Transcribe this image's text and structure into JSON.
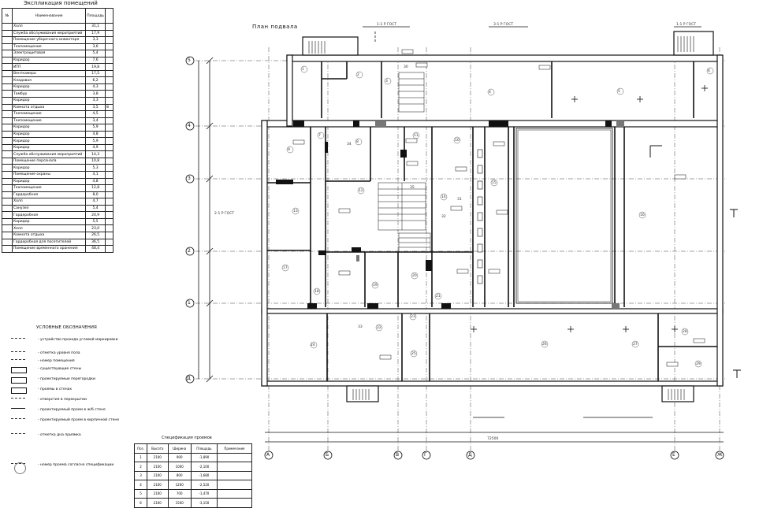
{
  "room_table": {
    "title": "Экспликация помещений",
    "header_name": "Наименование",
    "header_area": "Площадь",
    "rows": [
      {
        "name": "Холл",
        "area": "31,1",
        "num": ""
      },
      {
        "name": "Служба обслуживания мероприятий",
        "area": "17,9",
        "num": ""
      },
      {
        "name": "Помещение уборочного инвентаря",
        "area": "3,3",
        "num": ""
      },
      {
        "name": "Техпомещение",
        "area": "3,6",
        "num": ""
      },
      {
        "name": "Электрощитовая",
        "area": "5,4",
        "num": ""
      },
      {
        "name": "Коридор",
        "area": "7,6",
        "num": ""
      },
      {
        "name": "ИТП",
        "area": "19,8",
        "num": ""
      },
      {
        "name": "Венткамера",
        "area": "17,5",
        "num": ""
      },
      {
        "name": "Кладовая",
        "area": "6,2",
        "num": ""
      },
      {
        "name": "Коридор",
        "area": "4,3",
        "num": ""
      },
      {
        "name": "Тамбур",
        "area": "3,8",
        "num": ""
      },
      {
        "name": "Коридор",
        "area": "3,3",
        "num": ""
      },
      {
        "name": "Комната отдыха",
        "area": "3,5",
        "num": "8"
      },
      {
        "name": "Техпомещение",
        "area": "4,5",
        "num": ""
      },
      {
        "name": "Техпомещение",
        "area": "3,4",
        "num": ""
      },
      {
        "name": "Коридор",
        "area": "5,9",
        "num": ""
      },
      {
        "name": "Коридор",
        "area": "4,8",
        "num": ""
      },
      {
        "name": "Коридор",
        "area": "5,9",
        "num": ""
      },
      {
        "name": "Коридор",
        "area": "4,9",
        "num": ""
      },
      {
        "name": "Служба обслуживания мероприятий",
        "area": "14,3",
        "num": ""
      },
      {
        "name": "Помещение персонала",
        "area": "10,8",
        "num": ""
      },
      {
        "name": "Коридор",
        "area": "5,3",
        "num": ""
      },
      {
        "name": "Помещение охраны",
        "area": "4,1",
        "num": ""
      },
      {
        "name": "Коридор",
        "area": "4,8",
        "num": ""
      },
      {
        "name": "Техпомещение",
        "area": "12,8",
        "num": ""
      },
      {
        "name": "Гардеробная",
        "area": "8,0",
        "num": ""
      },
      {
        "name": "Холл",
        "area": "4,7",
        "num": ""
      },
      {
        "name": "Санузел",
        "area": "5,4",
        "num": ""
      },
      {
        "name": "Гардеробная",
        "area": "20,9",
        "num": ""
      },
      {
        "name": "Коридор",
        "area": "5,5",
        "num": ""
      },
      {
        "name": "Холл",
        "area": "23,0",
        "num": ""
      },
      {
        "name": "Комната отдыха",
        "area": "26,5",
        "num": ""
      },
      {
        "name": "Гардеробная для посетителей",
        "area": "36,5",
        "num": ""
      },
      {
        "name": "Помещение временного хранения",
        "area": "48,4",
        "num": ""
      }
    ]
  },
  "plan": {
    "title": "План подвала",
    "section_marks": [
      "1-1 Р ГОСТ",
      "3-1 Р ГОСТ",
      "2-1 Р ГОСТ",
      "1-1 Р ГОСТ"
    ],
    "axis_rows": [
      "5",
      "4",
      "3",
      "2",
      "1",
      "Д"
    ],
    "axis_cols": [
      "А",
      "Б",
      "В",
      "Г",
      "Д",
      "Е",
      "Ж"
    ],
    "room_numbers": [
      "1",
      "2",
      "3",
      "4",
      "5",
      "6",
      "7",
      "8",
      "9",
      "10",
      "11",
      "12",
      "13",
      "14",
      "15",
      "16",
      "17",
      "18",
      "19",
      "20",
      "21",
      "22",
      "23",
      "24",
      "25",
      "26",
      "27",
      "28",
      "29",
      "30",
      "31",
      "32",
      "33",
      "34",
      "35"
    ],
    "overall_dim": "72500"
  },
  "legend": {
    "title": "УСЛОВНЫЕ ОБОЗНАЧЕНИЯ",
    "items": [
      "- устройство прохода угловой маркировки",
      "- отметка уровня пола",
      "- номер помещения",
      "- существующие стены",
      "- проектируемые перегородки",
      "- проемы в стенах",
      "- отверстия в перекрытии",
      "- проектируемый проем в ж/б стене",
      "- проектируемый проем в кирпичной стене",
      "- отметка дна приямка",
      "- номер проема согласно спецификации"
    ]
  },
  "window_table": {
    "title": "Спецификация проемов",
    "headers": [
      "Поз.",
      "Высота",
      "Ширина",
      "Площадь",
      "Примечание"
    ],
    "rows": [
      [
        "1",
        "2100",
        "900",
        "-1,890",
        ""
      ],
      [
        "2",
        "2100",
        "1000",
        "-2,100",
        ""
      ],
      [
        "3",
        "2100",
        "800",
        "-1,680",
        ""
      ],
      [
        "4",
        "2100",
        "1200",
        "-2,520",
        ""
      ],
      [
        "5",
        "2100",
        "700",
        "-1,470",
        ""
      ],
      [
        "6",
        "2100",
        "1500",
        "-3,150",
        ""
      ]
    ]
  }
}
